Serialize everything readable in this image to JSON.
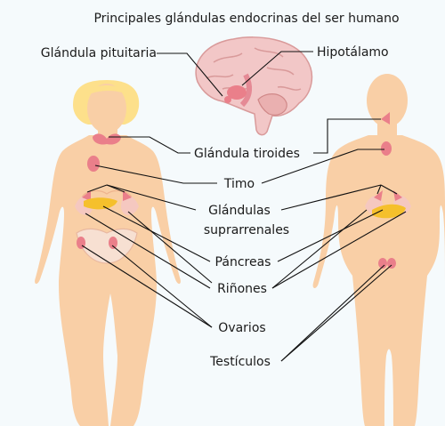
{
  "title": "Principales glándulas endocrinas del ser humano",
  "labels": {
    "pituitaria": "Glándula pituitaria",
    "hipotalamo": "Hipotálamo",
    "tiroides": "Glándula tiroides",
    "timo": "Timo",
    "suprarrenales_1": "Glándulas",
    "suprarrenales_2": "suprarrenales",
    "pancreas": "Páncreas",
    "rinones": "Riñones",
    "ovarios": "Ovarios",
    "testiculos": "Testículos"
  },
  "colors": {
    "background": "#f5fafc",
    "skin": "#f9cfa6",
    "hair": "#fde08b",
    "gland": "#ea7f8a",
    "pancreas": "#f5c02c",
    "brain": "#f2c7c7",
    "line": "#111111"
  }
}
